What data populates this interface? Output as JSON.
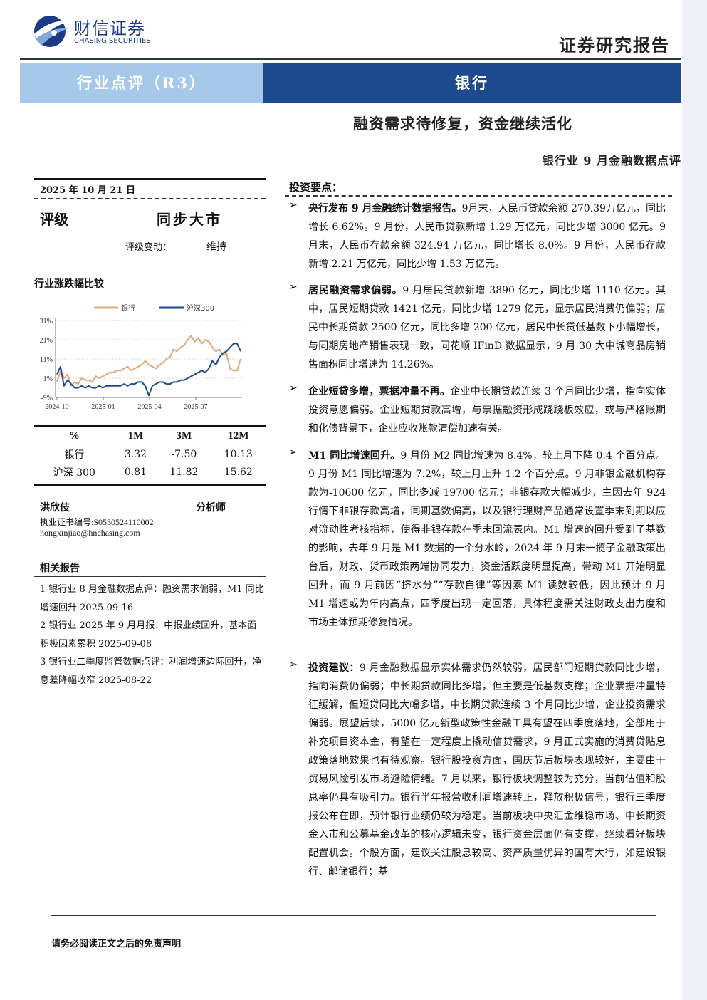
{
  "header": {
    "logo_cn": "财信证券",
    "logo_en": "CHASING SECURITIES",
    "report_type": "证券研究报告",
    "category": "行业点评（R3）",
    "industry": "银行",
    "title": "融资需求待修复，资金继续活化",
    "subtitle": "银行业 9 月金融数据点评"
  },
  "colors": {
    "band_light": "#a6c9ea",
    "band_dark": "#1d4a8e",
    "bank_series": "#e0a97c",
    "csi300_series": "#1d4a8e"
  },
  "sidebar": {
    "date": "2025 年 10 月 21 日",
    "rating_label": "评级",
    "rating_value": "同步大市",
    "rating_change_label": "评级变动：",
    "rating_change_value": "维持",
    "chart_section_title": "行业涨跌幅比较",
    "table": {
      "headers": [
        "%",
        "1M",
        "3M",
        "12M"
      ],
      "rows": [
        [
          "银行",
          "3.32",
          "-7.50",
          "10.13"
        ],
        [
          "沪深 300",
          "0.81",
          "11.82",
          "15.62"
        ]
      ]
    },
    "analyst": {
      "name": "洪欣伎",
      "role": "分析师",
      "cert": "执业证书编号:S0530524110002",
      "email": "hongxinjiao@hnchasing.com"
    },
    "related_title": "相关报告",
    "related": [
      "1  银行业 8 月金融数据点评：融资需求偏弱，M1 同比增速回升 2025-09-16",
      "2  银行业 2025 年 9 月月报：中报业绩回升，基本面积极因素累积 2025-09-08",
      "3  银行业二季度监管数据点评：利润增速边际回升，净息差降幅收窄 2025-08-22"
    ]
  },
  "chart_data": {
    "type": "line",
    "x_ticks": [
      "2024-10",
      "2025-01",
      "2025-04",
      "2025-07"
    ],
    "y_ticks": [
      "31%",
      "21%",
      "11%",
      "1%",
      "-9%"
    ],
    "ylim": [
      -9,
      31
    ],
    "grid": true,
    "legend_position": "top",
    "series": [
      {
        "name": "银行",
        "values": [
          -1,
          5,
          1,
          3,
          -3,
          -1,
          -2,
          1,
          0,
          0,
          -1,
          2,
          1,
          2,
          3,
          4,
          4,
          5,
          5,
          6,
          7,
          5,
          6,
          7,
          8,
          10,
          8,
          7,
          6,
          8,
          9,
          11,
          12,
          16,
          15,
          17,
          18,
          21,
          23,
          20,
          22,
          19,
          21,
          20,
          17,
          15,
          16,
          13,
          14,
          6,
          5,
          5,
          11
        ]
      },
      {
        "name": "沪深300",
        "values": [
          3,
          7,
          -3,
          0,
          -2,
          -4,
          -4,
          -3,
          -4,
          -3,
          -4,
          -4,
          -3,
          -4,
          -3,
          -3,
          -3,
          -3,
          -3,
          -2,
          -3,
          -2,
          -2,
          -1,
          -1,
          -3,
          -8,
          -3,
          -2,
          -1,
          -1,
          -2,
          -2,
          -1,
          -1,
          0,
          0,
          1,
          2,
          3,
          4,
          5,
          4,
          6,
          10,
          8,
          12,
          14,
          15,
          17,
          19,
          19,
          15
        ]
      }
    ]
  },
  "main": {
    "points_title": "投资要点：",
    "bullets": [
      {
        "lead": "央行发布 9 月金融统计数据报告。",
        "body": "9月末，人民币贷款余额 270.39万亿元，同比增长 6.62%。9 月份，人民币贷款新增 1.29 万亿元，同比少增 3000 亿元。9 月末，人民币存款余额 324.94 万亿元，同比增长 8.0%。9 月份，人民币存款新增 2.21 万亿元，同比少增 1.53 万亿元。"
      },
      {
        "lead": "居民融资需求偏弱。",
        "body": "9 月居民贷款新增 3890 亿元，同比少增 1110 亿元。其中，居民短期贷款 1421 亿元，同比少增 1279 亿元，显示居民消费仍偏弱；居民中长期贷款 2500 亿元，同比多增 200 亿元，居民中长贷低基数下小幅增长，与同期房地产销售表现一致，同花顺 IFinD 数据显示，9 月 30 大中城商品房销售面积同比增速为 14.26%。"
      },
      {
        "lead": "企业短贷多增，票据冲量不再。",
        "body": "企业中长期贷款连续 3 个月同比少增，指向实体投资意愿偏弱。企业短期贷款高增，与票据融资形成跷跷板效应，或与严格账期和化债背景下，企业应收账款清偿加速有关。"
      },
      {
        "lead": "M1 同比增速回升。",
        "body": "9 月份 M2 同比增速为 8.4%，较上月下降 0.4 个百分点。9 月份 M1 同比增速为 7.2%，较上月上升 1.2 个百分点。9 月非银金融机构存款为-10600 亿元，同比多减 19700 亿元；非银存款大幅减少，主因去年 924 行情下非银存款高增，同期基数偏高，以及银行理财产品通常设置季末到期以应对流动性考核指标，使得非银存款在季末回流表内。M1 增速的回升受到了基数的影响，去年 9 月是 M1 数据的一个分水岭，2024 年 9 月末一揽子金融政策出台后，财政、货币政策两端协同发力，资金活跃度明显提高，带动 M1 开始明显回升，而 9 月前因“挤水分”“存款自律”等因素 M1 读数较低，因此预计 9 月 M1 增速或为年内高点，四季度出现一定回落，具体程度需关注财政支出力度和市场主体预期修复情况。"
      },
      {
        "lead": "投资建议：",
        "body": "9 月金融数据显示实体需求仍然较弱，居民部门短期贷款同比少增，指向消费仍偏弱；中长期贷款同比多增，但主要是低基数支撑；企业票据冲量特征缓解，但短贷同比大幅多增，中长期贷款连续 3 个月同比少增，企业投资需求偏弱。展望后续，5000 亿元新型政策性金融工具有望在四季度落地，全部用于补充项目资本金，有望在一定程度上撬动信贷需求，9 月正式实施的消费贷贴息政策落地效果也有待观察。银行股投资方面，国庆节后板块表现较好，主要由于贸易风险引发市场避险情绪。7 月以来，银行板块调整较为充分，当前估值和股息率仍具有吸引力。银行半年报营收利润增速转正，释放积极信号，银行三季度报公布在即，预计银行业绩仍较为稳定。当前板块中央汇金维稳市场、中长期资金入市和公募基金改革的核心逻辑未变，银行资金层面仍有支撑，继续看好板块配置机会。个股方面，建议关注股息较高、资产质量优异的国有大行，如建设银行、邮储银行；基"
      }
    ]
  },
  "footer": {
    "disclaimer": "请务必阅读正文之后的免责声明"
  }
}
